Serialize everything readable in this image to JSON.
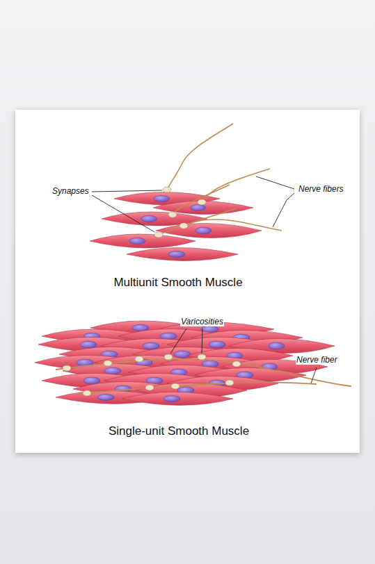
{
  "diagram": {
    "labels": [
      "Synapses",
      "Nerve fibers",
      "Multiunit Smooth Muscle",
      "Varicosities",
      "Nerve fiber",
      "Single-unit Smooth Muscle"
    ]
  }
}
